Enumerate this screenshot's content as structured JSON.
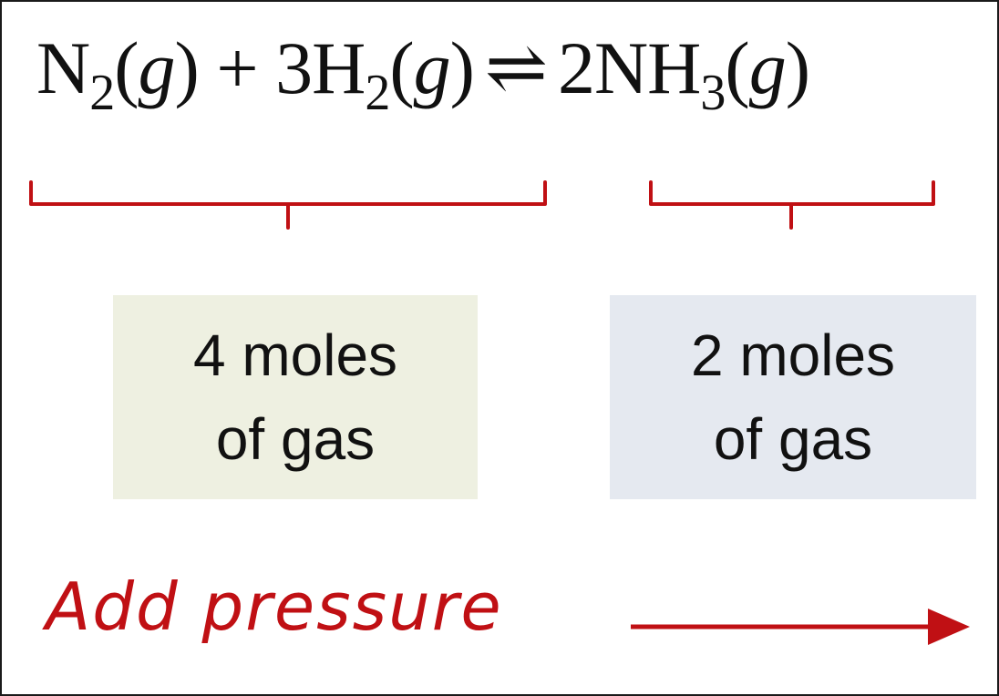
{
  "equation": {
    "n": "N",
    "n_sub": "2",
    "state1_open": "(",
    "g1": "g",
    "state1_close": ")",
    "plus": " + 3H",
    "h_sub": "2",
    "state2_open": "(",
    "g2": "g",
    "state2_close": ")",
    "arrow": "⇌",
    "product": "2NH",
    "nh_sub": "3",
    "state3_open": "(",
    "g3": "g",
    "state3_close": ")"
  },
  "reactants_box": {
    "line1": "4 moles",
    "line2": "of gas",
    "color": "#eef0e1"
  },
  "products_box": {
    "line1": "2 moles",
    "line2": "of gas",
    "color": "#e5e9f0"
  },
  "annotation": {
    "text": "Add pressure",
    "color": "#c01014"
  },
  "brace_color": "#c01014"
}
